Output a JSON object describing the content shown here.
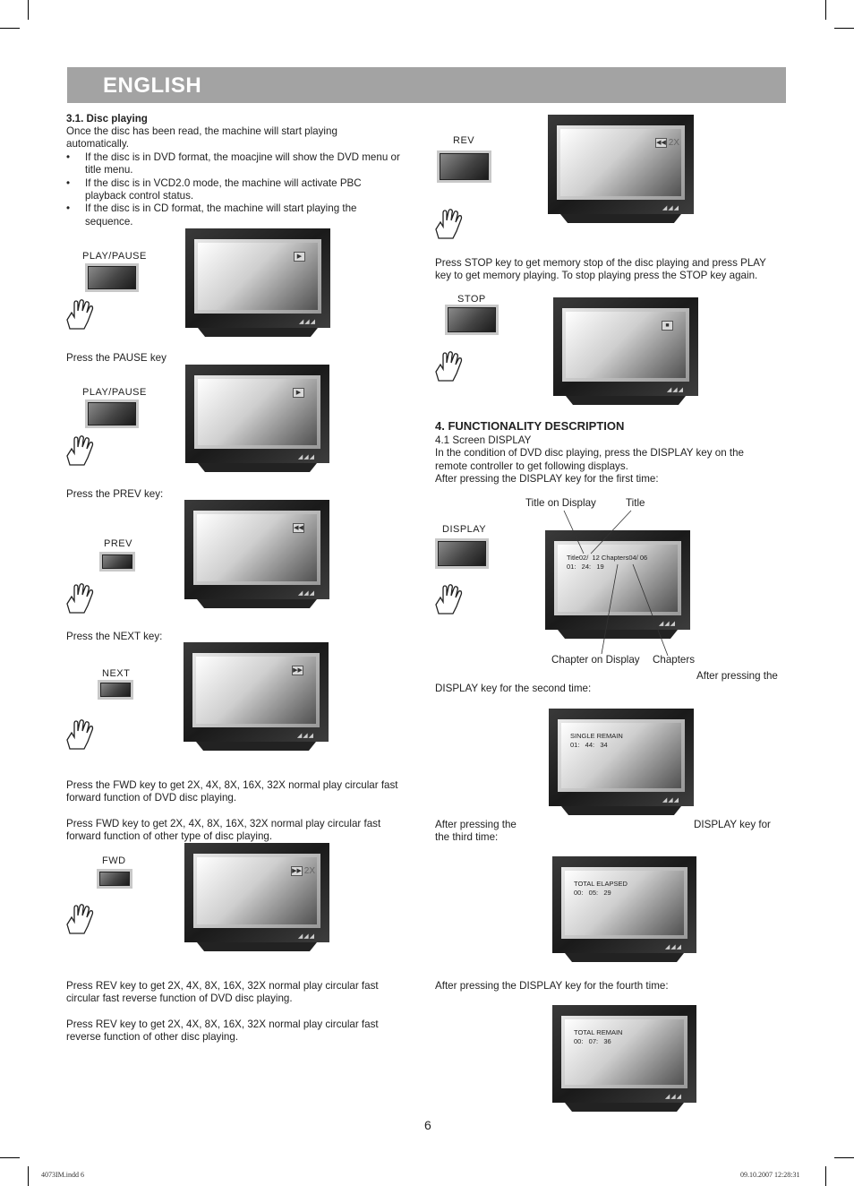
{
  "header": {
    "title": "ENGLISH"
  },
  "left": {
    "section_title": "3.1. Disc playing",
    "intro_1": "Once the disc has been read, the machine will start playing",
    "intro_2": "automatically.",
    "bullets": [
      [
        "If the disc is in DVD format, the moacjine will show the DVD menu or",
        "title menu."
      ],
      [
        "If the disc is in VCD2.0 mode, the machine will activate PBC",
        "playback control status."
      ],
      [
        "If the disc is in CD format, the machine will start playing the",
        "sequence."
      ]
    ],
    "key_play1": "PLAY/PAUSE",
    "press_pause": "Press the PAUSE key",
    "key_play2": "PLAY/PAUSE",
    "press_prev": "Press the PREV key:",
    "key_prev": "PREV",
    "press_next": "Press the NEXT key:",
    "key_next": "NEXT",
    "fwd_p1_l1": "Press the FWD key to get 2X, 4X, 8X, 16X, 32X normal play circular fast",
    "fwd_p1_l2": "forward function of DVD disc playing.",
    "fwd_p2_l1": "Press FWD key to get 2X, 4X, 8X, 16X, 32X normal play circular fast",
    "fwd_p2_l2": "forward function of other type of disc playing.",
    "key_fwd": "FWD",
    "fwd_ind": "2X",
    "rev_p1_l1": "Press REV key to get 2X, 4X, 8X, 16X, 32X normal play circular fast",
    "rev_p1_l2": "circular fast reverse function of DVD disc playing.",
    "rev_p2_l1": "Press REV key to get 2X, 4X, 8X, 16X, 32X normal play circular fast",
    "rev_p2_l2": "reverse function of other disc playing."
  },
  "right": {
    "key_rev": "REV",
    "rev_ind": "2X",
    "stop_l1": "Press STOP key to get memory stop of the disc playing and press PLAY",
    "stop_l2": "key to get memory playing. To stop playing press the STOP key again.",
    "key_stop": "STOP",
    "section4_title": "4. FUNCTIONALITY DESCRIPTION",
    "sub_41": "4.1 Screen DISPLAY",
    "desc_l1": "In the condition of DVD disc playing, press the DISPLAY key on the",
    "desc_l2": "remote controller to get following displays.",
    "first_time": "After pressing the DISPLAY key for the first time:",
    "callout_title_on_display": "Title on Display",
    "callout_title": "Title",
    "callout_chapter_on_display": "Chapter on Display",
    "callout_chapters": "Chapters",
    "key_display": "DISPLAY",
    "osd1_l1": "Title02/  12 Chapters04/ 06",
    "osd1_l2": "01:   24:   19",
    "second_l1": "After pressing the",
    "second_l2": "DISPLAY key for the second time:",
    "osd2_l1": "SINGLE REMAIN",
    "osd2_l2": "01:   44:   34",
    "third_a": "After pressing the",
    "third_b": "DISPLAY key for",
    "third_c": "the third time:",
    "osd3_l1": "TOTAL ELAPSED",
    "osd3_l2": "00:   05:   29",
    "fourth": "After pressing the DISPLAY key for the fourth time:",
    "osd4_l1": "TOTAL REMAIN",
    "osd4_l2": "00:   07:   36"
  },
  "page_number": "6",
  "footer": {
    "file": "4073IM.indd   6",
    "datetime": "09.10.2007   12:28:31"
  }
}
